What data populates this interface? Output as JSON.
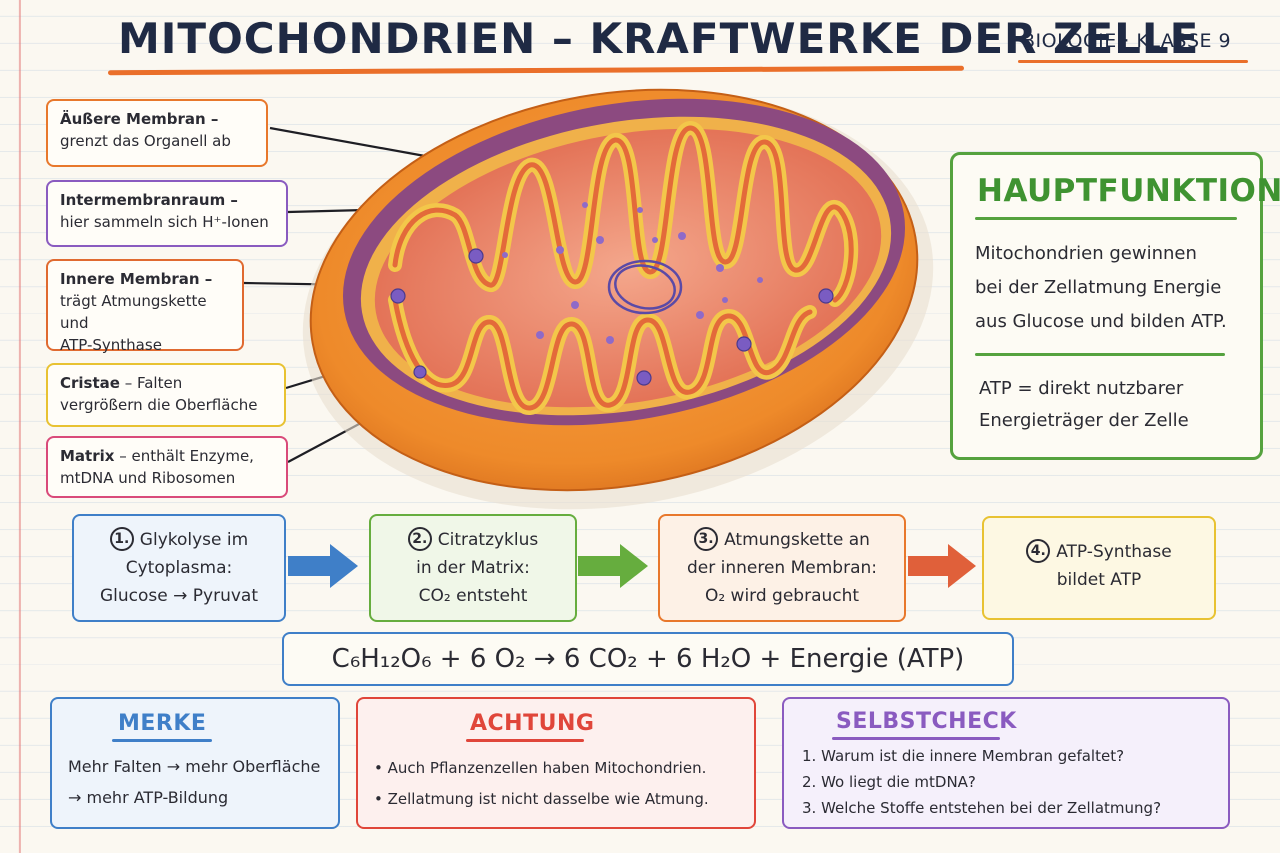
{
  "header": {
    "title": "Mitochondrien – Kraftwerke der Zelle",
    "subject": "Biologie · Klasse 9"
  },
  "labels": [
    {
      "term": "Äußere Membran –",
      "desc": [
        "grenzt das Organell ab"
      ],
      "color": "#e8782c"
    },
    {
      "term": "Intermembranraum –",
      "desc": [
        "hier sammeln sich H⁺-Ionen"
      ],
      "color": "#8a5bc0"
    },
    {
      "term": "Innere Membran –",
      "desc": [
        "trägt Atmungskette und",
        "ATP-Synthase"
      ],
      "color": "#e06a30"
    },
    {
      "term": "Cristae",
      "term_suffix": " – Falten",
      "desc": [
        "vergrößern die Oberfläche"
      ],
      "color": "#e8c232"
    },
    {
      "term": "Matrix",
      "term_suffix": " – enthält Enzyme,",
      "desc": [
        "mtDNA und Ribosomen"
      ],
      "color": "#d94a7a"
    }
  ],
  "function_box": {
    "title": "Hauptfunktion",
    "text": [
      "Mitochondrien gewinnen",
      "bei der Zellatmung Energie",
      "aus Glucose und bilden ATP."
    ],
    "note": [
      "ATP = direkt nutzbarer",
      "Energieträger der Zelle"
    ],
    "color": "#55a23e"
  },
  "steps": [
    {
      "num": "1.",
      "lines": [
        "Glykolyse im",
        "Cytoplasma:",
        "Glucose → Pyruvat"
      ],
      "color": "#3f7fc8",
      "bg": "#eef4fb"
    },
    {
      "num": "2.",
      "lines": [
        "Citratzyklus",
        "in der Matrix:",
        "CO₂ entsteht"
      ],
      "color": "#66ad3e",
      "bg": "#f0f7e8"
    },
    {
      "num": "3.",
      "lines": [
        "Atmungskette an",
        "der inneren Membran:",
        "O₂ wird gebraucht"
      ],
      "color": "#e8782c",
      "bg": "#fdf1e6"
    },
    {
      "num": "4.",
      "lines": [
        "ATP-Synthase",
        "bildet ATP"
      ],
      "color": "#e8c232",
      "bg": "#fdf8e3"
    }
  ],
  "arrow_colors": [
    "#3f7fc8",
    "#66ad3e",
    "#e0603a"
  ],
  "equation": "C₆H₁₂O₆ + 6 O₂ → 6 CO₂ + 6 H₂O + Energie (ATP)",
  "merke": {
    "title": "Merke",
    "lines": [
      "Mehr Falten → mehr Oberfläche",
      "→ mehr ATP-Bildung"
    ],
    "color": "#3f7fc8",
    "bg": "#eef4fb"
  },
  "achtung": {
    "title": "Achtung",
    "items": [
      "Auch Pflanzenzellen haben Mitochondrien.",
      "Zellatmung ist nicht dasselbe wie Atmung."
    ],
    "color": "#e0463a",
    "bg": "#fdf0ee"
  },
  "selbstcheck": {
    "title": "Selbstcheck",
    "items": [
      "1. Warum ist die innere Membran gefaltet?",
      "2. Wo liegt die mtDNA?",
      "3. Welche Stoffe entstehen bei der Zellatmung?"
    ],
    "color": "#8a5bc0",
    "bg": "#f5f0fb"
  }
}
